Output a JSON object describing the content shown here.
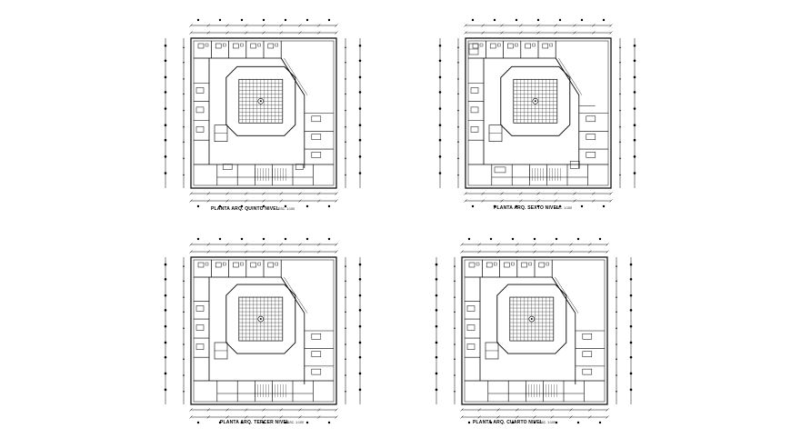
{
  "drawing": {
    "line_color": "#000000",
    "background": "#ffffff",
    "plans": [
      {
        "title": "PLANTA ARQ. QUINTO NIVEL",
        "scale": "ESC. 1:100",
        "variant": "a"
      },
      {
        "title": "PLANTA ARQ. SEXTO NIVEL",
        "scale": "ESC. 1:100",
        "variant": "b"
      },
      {
        "title": "PLANTA ARQ. TERCER NIVEL",
        "scale": "ESC. 1:100",
        "variant": "c"
      },
      {
        "title": "PLANTA ARQ. CUARTO NIVEL",
        "scale": "ESC. 1:100",
        "variant": "c"
      }
    ]
  }
}
